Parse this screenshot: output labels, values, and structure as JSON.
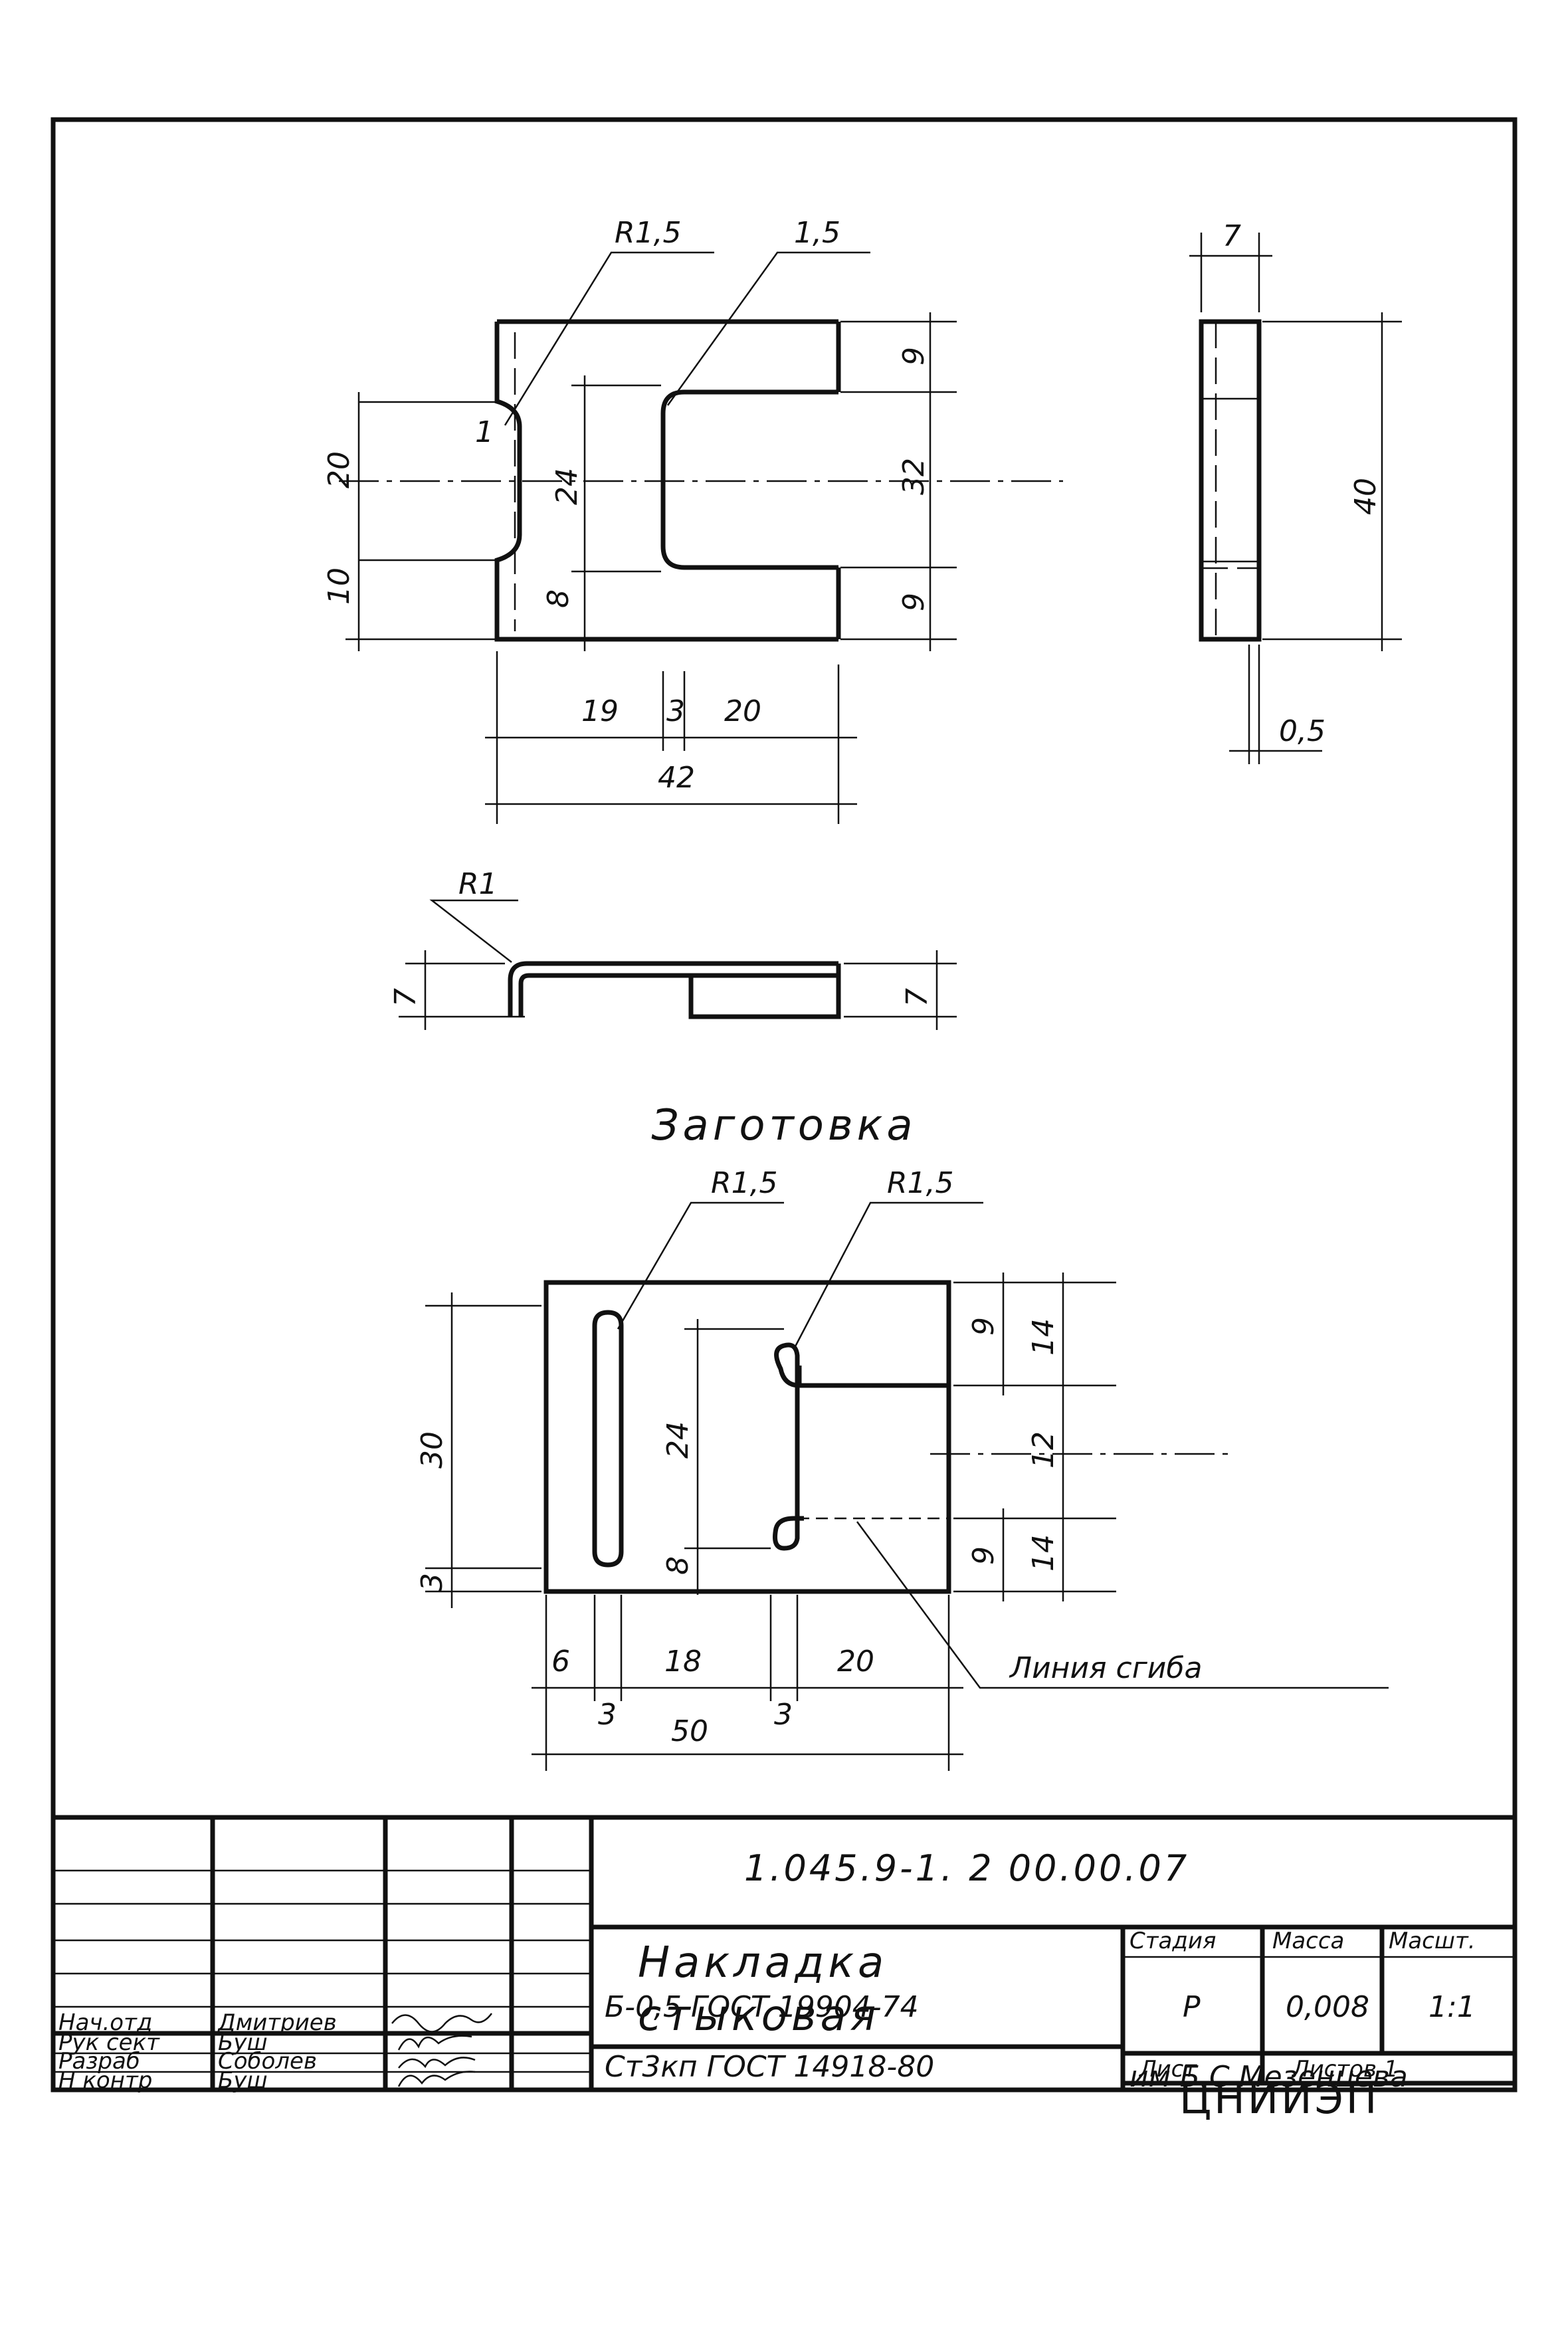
{
  "views": {
    "top_view": {
      "leaders": [
        "R1,5",
        "1,5"
      ],
      "dims": [
        "20",
        "10",
        "24",
        "8",
        "9",
        "32",
        "9",
        "19",
        "3",
        "20",
        "42",
        "1"
      ]
    },
    "side_view": {
      "dims": [
        "7",
        "40",
        "0,5"
      ]
    },
    "section_view": {
      "leader": "R1",
      "dims": [
        "7",
        "7"
      ]
    },
    "blank": {
      "heading": "Заготовка",
      "leaders": [
        "R1,5",
        "R1,5"
      ],
      "dims": [
        "30",
        "3",
        "24",
        "8",
        "9",
        "14",
        "12",
        "9",
        "14",
        "6",
        "3",
        "18",
        "3",
        "20",
        "50"
      ],
      "bend_label": "Линия сгиба"
    }
  },
  "title_block": {
    "doc_code": "1.045.9-1. 2 00.00.07",
    "name_line1": "Накладка",
    "name_line2": "стыковая",
    "material_line1": "Б-0,5 ГОСТ 19904-74",
    "material_line2": "Ст3кп ГОСТ 14918-80",
    "headers": {
      "stage": "Стадия",
      "mass": "Масса",
      "scale": "Масшт."
    },
    "values": {
      "stage": "Р",
      "mass": "0,008",
      "scale": "1:1"
    },
    "sheet_label": "Лист",
    "sheets_label": "Листов 1",
    "org_name": "ЦНИИЭП",
    "org_sub": "им Б.С Мезенцева",
    "signatures": [
      {
        "role": "Нач.отд",
        "name": "Дмитриев"
      },
      {
        "role": "Рук сект",
        "name": "Буш"
      },
      {
        "role": "Разраб",
        "name": "Соболев"
      },
      {
        "role": "Н контр",
        "name": "Буш"
      }
    ]
  }
}
